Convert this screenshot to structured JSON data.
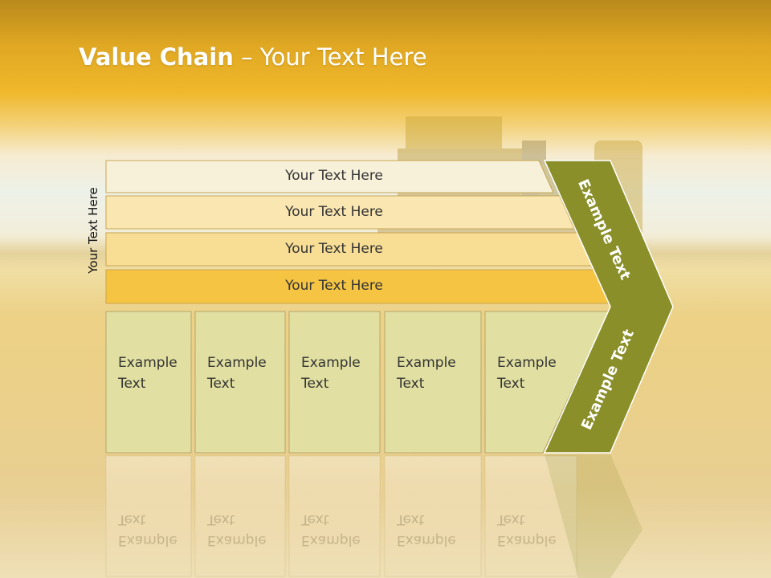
{
  "slide": {
    "title_bold": "Value Chain",
    "title_rest": " – Your Text Here",
    "vertical_label": "Your Text Here"
  },
  "bars": [
    {
      "label": "Your Text Here",
      "color": "#f7f1da"
    },
    {
      "label": "Your Text Here",
      "color": "#f9e6b0"
    },
    {
      "label": "Your Text Here",
      "color": "#f8de95"
    },
    {
      "label": "Your Text Here",
      "color": "#f5c443"
    }
  ],
  "boxes": [
    {
      "label": "Example\nText"
    },
    {
      "label": "Example\nText"
    },
    {
      "label": "Example\nText"
    },
    {
      "label": "Example\nText"
    },
    {
      "label": "Example\nText"
    }
  ],
  "chevron": {
    "upper_label": "Example Text",
    "lower_label": "Example Text",
    "color": "#8a8f2a"
  },
  "colors": {
    "box_fill": "#dfe1a4",
    "box_stroke": "#b9a66a",
    "title": "#ffffff"
  }
}
